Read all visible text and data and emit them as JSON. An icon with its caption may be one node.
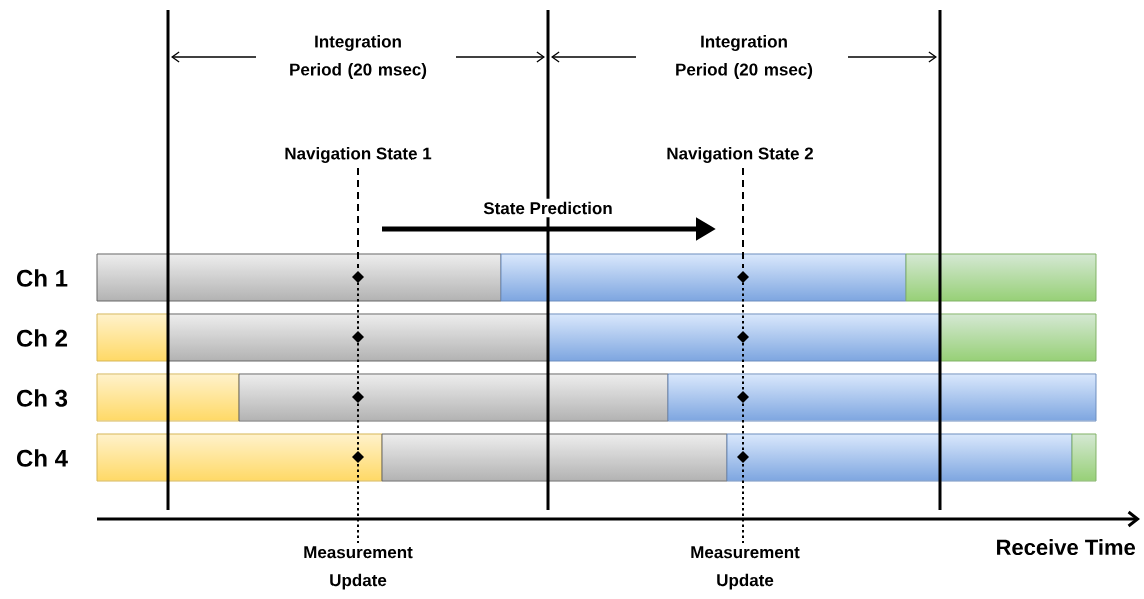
{
  "diagram": {
    "labels": [
      "Integration Period (20 msec)",
      "Integration Period (20 msec)",
      "Navigation State 1",
      "Navigation State 2",
      "State Prediction",
      "Ch 1",
      "Ch 2",
      "Ch 3",
      "Ch 4",
      "Measurement Update",
      "Measurement Update",
      "Receive Time"
    ]
  }
}
